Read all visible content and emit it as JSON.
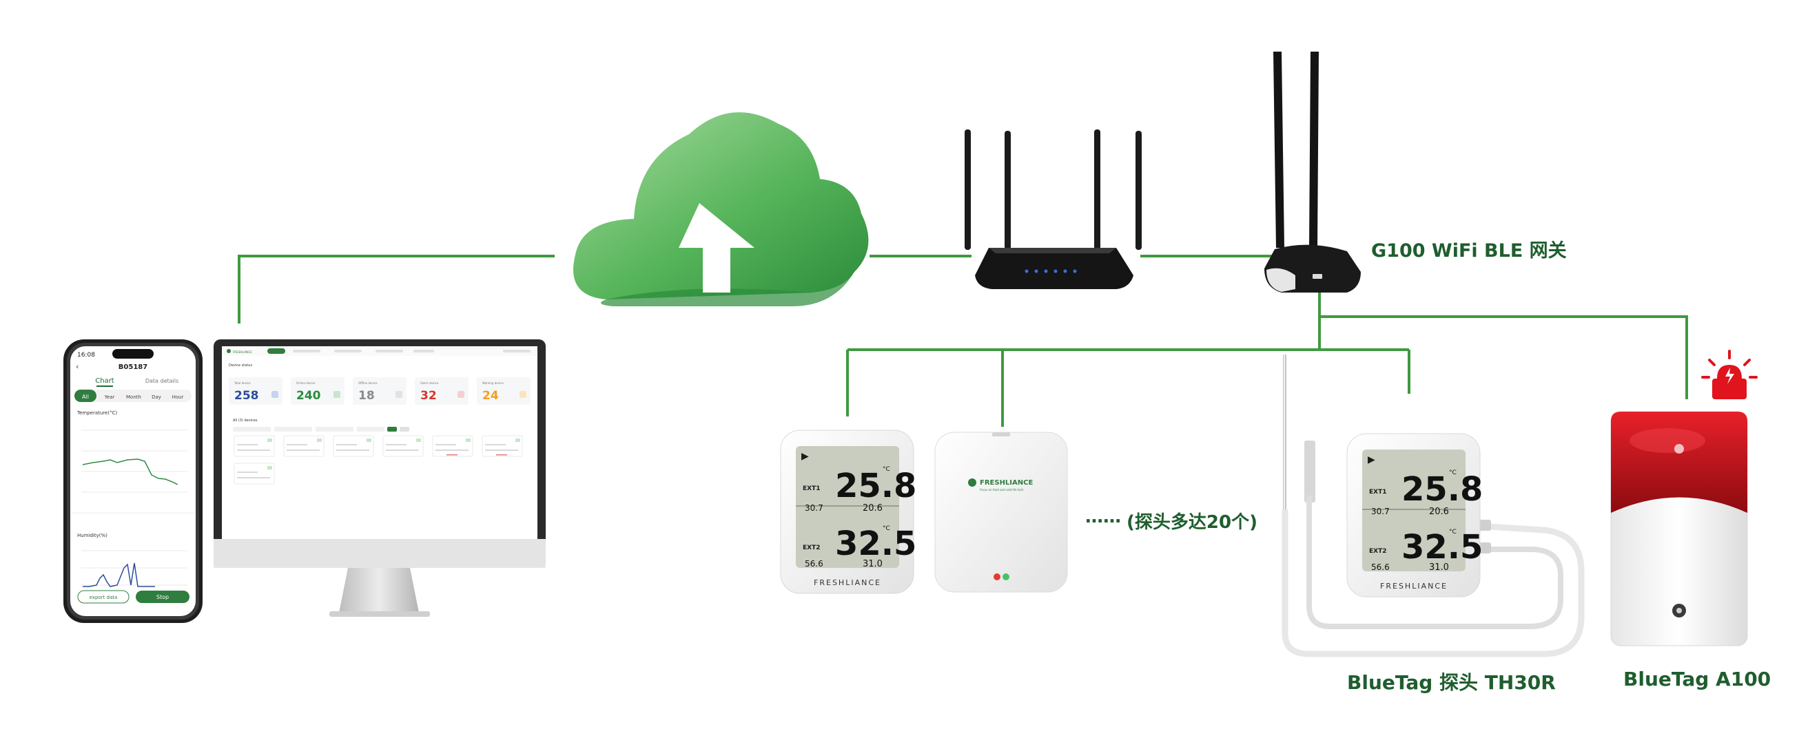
{
  "labels": {
    "gateway": "G100 WiFi BLE 网关",
    "probe": "BlueTag 探头 TH30R",
    "alarm": "BlueTag A100",
    "probe_note": "(探头多达20个)",
    "dots": "……"
  },
  "phone": {
    "time": "16:08",
    "title": "B05187",
    "tabs": [
      "Chart",
      "Data details"
    ],
    "segments": [
      "All",
      "Year",
      "Month",
      "Day",
      "Hour"
    ],
    "temp_section": "Temperature(°C)",
    "hum_section": "Humidity(%)",
    "buttons": [
      "export data",
      "Stop"
    ]
  },
  "dashboard": {
    "brand": "FRESHLIANCE",
    "section": "Device status",
    "list_title": "All (3) devices",
    "stats": [
      {
        "label": "Total device",
        "value": "258",
        "color": "#2a4d9c"
      },
      {
        "label": "Online device",
        "value": "240",
        "color": "#2b8a3e"
      },
      {
        "label": "Offline device",
        "value": "18",
        "color": "#8a8a8a"
      },
      {
        "label": "Alarm device",
        "value": "32",
        "color": "#d9342b"
      },
      {
        "label": "Warning device",
        "value": "24",
        "color": "#f0a020"
      }
    ]
  },
  "sensor_left": {
    "ext1": "EXT1",
    "ext2": "EXT2",
    "t1": "25.8",
    "t1_min": "30.7",
    "t1_max": "20.6",
    "t2": "32.5",
    "t2_min": "56.6",
    "t2_max": "31.0",
    "unit": "°C",
    "brand": "FRESHLIANCE"
  },
  "sensor_right": {
    "ext1": "EXT1",
    "ext2": "EXT2",
    "t1": "25.8",
    "t1_min": "30.7",
    "t1_max": "20.6",
    "t2": "32.5",
    "t2_min": "56.6",
    "t2_max": "31.0",
    "unit": "°C",
    "brand": "FRESHLIANCE"
  },
  "beacon": {
    "brand": "FRESHLIANCE",
    "tagline": "Focus on food and cold life tech"
  },
  "colors": {
    "line": "#3f9a3f",
    "label": "#1f5e2e",
    "cloud": "#4caf50",
    "brand_green": "#2f7d3f",
    "alarm_red": "#c8121a"
  }
}
